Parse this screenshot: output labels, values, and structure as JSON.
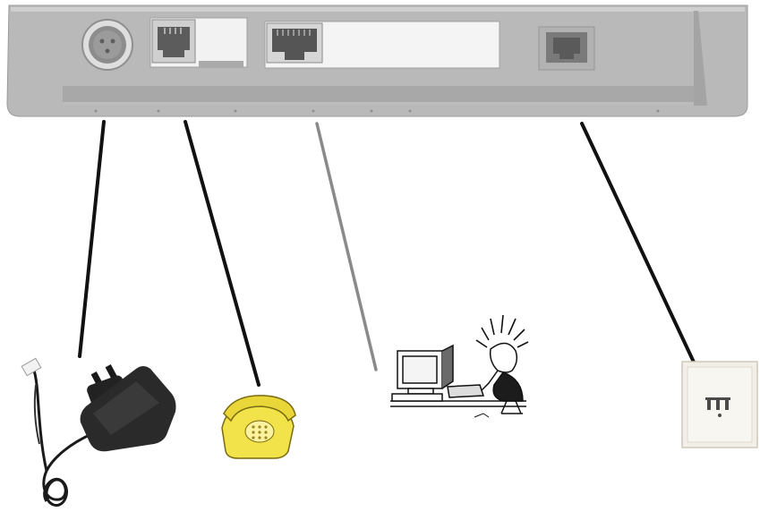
{
  "diagram": {
    "device": {
      "name": "modem-back-panel"
    },
    "ports": [
      {
        "id": "power",
        "kind": "round-din-socket"
      },
      {
        "id": "phone",
        "kind": "rj11-socket"
      },
      {
        "id": "computer",
        "kind": "rj45-socket"
      },
      {
        "id": "line",
        "kind": "rj11-socket"
      }
    ],
    "devices": [
      {
        "id": "power-adapter",
        "icon": "power-adapter-icon"
      },
      {
        "id": "telephone",
        "icon": "telephone-icon"
      },
      {
        "id": "computer-user",
        "icon": "computer-user-icon"
      },
      {
        "id": "wall-socket",
        "icon": "wall-phone-socket-icon"
      }
    ],
    "colors": {
      "housing": "#b9b9b9",
      "cable_dark": "#111111",
      "cable_grey": "#8a8a8a",
      "phone_yellow": "#f2e34a"
    }
  }
}
